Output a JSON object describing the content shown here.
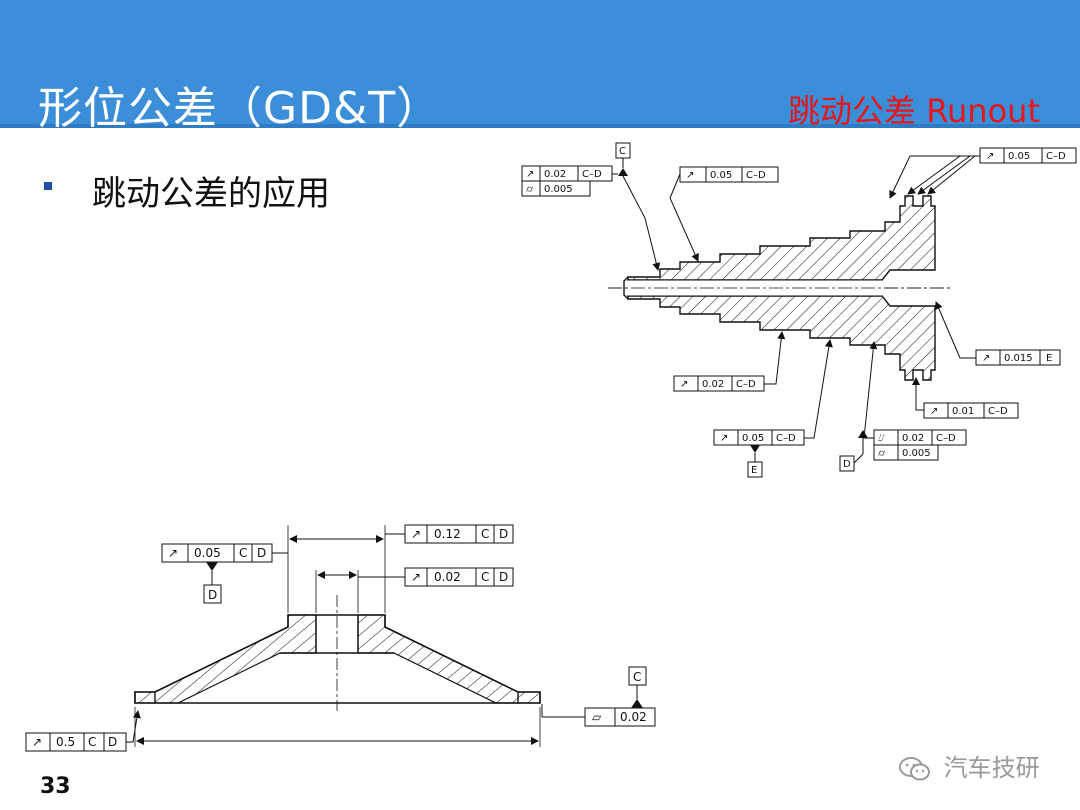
{
  "header": {
    "title": "形位公差（GD&T）",
    "topic": "跳动公差 Runout"
  },
  "bullet": {
    "text": "跳动公差的应用"
  },
  "page_number": "33",
  "watermark": "汽车技研",
  "drawing_top": {
    "fcf_c_circular": {
      "sym": "↗",
      "value": "0.02",
      "datum": "C–D"
    },
    "fcf_c_cyl": {
      "sym": "⌭",
      "value": "0.005"
    },
    "datum_c": "C",
    "fcf_a": {
      "sym": "↗",
      "value": "0.05",
      "datum": "C–D"
    },
    "fcf_face": {
      "sym": "↗",
      "value": "0.05",
      "datum": "C–D"
    },
    "fcf_e": {
      "sym": "↗",
      "value": "0.015",
      "datum": "E"
    },
    "fcf_b": {
      "sym": "↗",
      "value": "0.02",
      "datum": "C–D"
    },
    "fcf_f": {
      "sym": "↗",
      "value": "0.01",
      "datum": "C–D"
    },
    "fcf_g": {
      "sym": "↗",
      "value": "0.05",
      "datum": "C–D"
    },
    "datum_e": "E",
    "fcf_h_total": {
      "sym": "⌰",
      "value": "0.02",
      "datum": "C–D"
    },
    "fcf_h_cyl": {
      "sym": "⌭",
      "value": "0.005"
    },
    "datum_d": "D"
  },
  "drawing_bottom": {
    "fcf_top": {
      "sym": "↗",
      "value": "0.12",
      "datum1": "C",
      "datum2": "D"
    },
    "fcf_left": {
      "sym": "↗",
      "value": "0.05",
      "datum1": "C",
      "datum2": "D"
    },
    "datum_d": "D",
    "fcf_mid": {
      "sym": "↗",
      "value": "0.02",
      "datum1": "C",
      "datum2": "D"
    },
    "fcf_flat": {
      "sym": "▱",
      "value": "0.02"
    },
    "datum_c": "C",
    "fcf_bottom": {
      "sym": "↗",
      "value": "0.5",
      "datum1": "C",
      "datum2": "D"
    }
  }
}
